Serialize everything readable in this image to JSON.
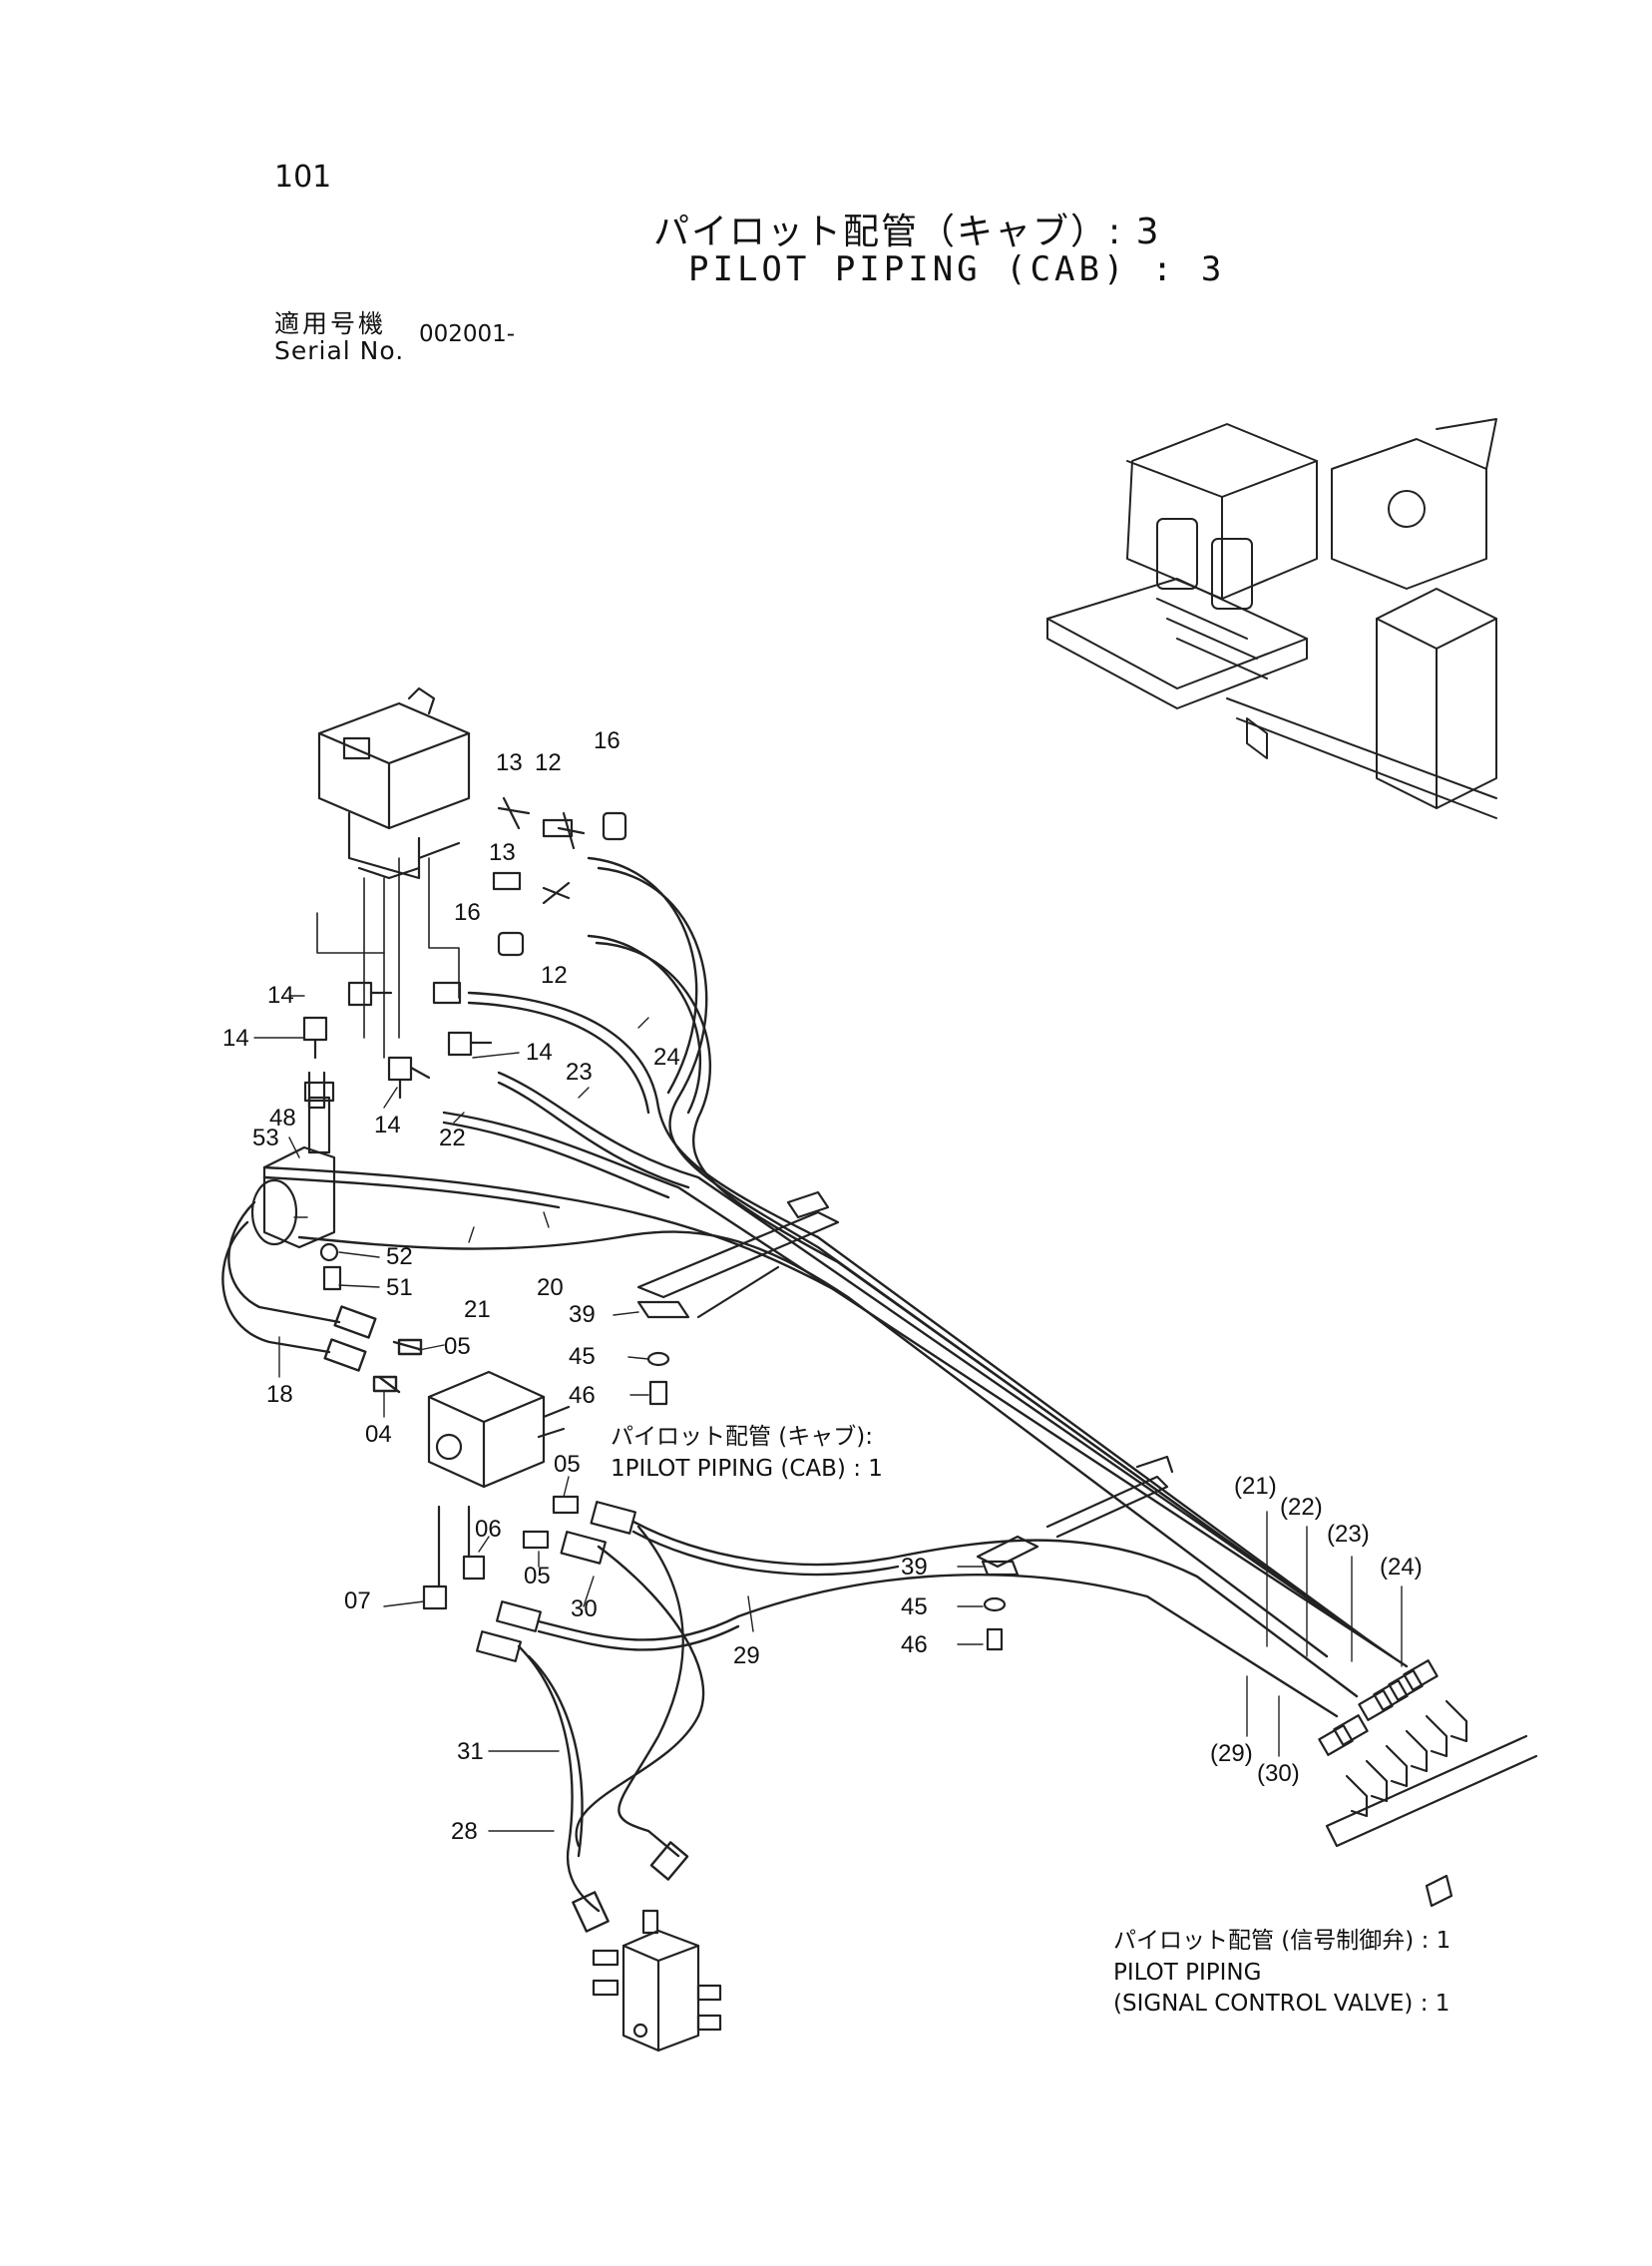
{
  "page_number": "101",
  "title_jp": "パイロット配管（キャブ）: 3",
  "title_en": "PILOT PIPING (CAB) : 3",
  "serial": {
    "label_jp": "適用号機",
    "label_en": "Serial No.",
    "value": "002001-"
  },
  "notes": {
    "cab1_jp": "パイロット配管 (キャブ):",
    "cab1_en": "1PILOT PIPING (CAB) : 1",
    "signal_jp": "パイロット配管 (信号制御弁) : 1",
    "signal_en1": "PILOT PIPING",
    "signal_en2": "(SIGNAL CONTROL VALVE) : 1"
  },
  "callouts": [
    "16",
    "13",
    "12",
    "13",
    "16",
    "12",
    "14",
    "14",
    "24",
    "23",
    "14",
    "14",
    "22",
    "48",
    "53",
    "52",
    "51",
    "21",
    "20",
    "39",
    "45",
    "46",
    "05",
    "18",
    "04",
    "05",
    "06",
    "05",
    "07",
    "30",
    "29",
    "31",
    "28",
    "39",
    "45",
    "46",
    "(21)",
    "(22)",
    "(23)",
    "(24)",
    "(29)",
    "(30)"
  ]
}
